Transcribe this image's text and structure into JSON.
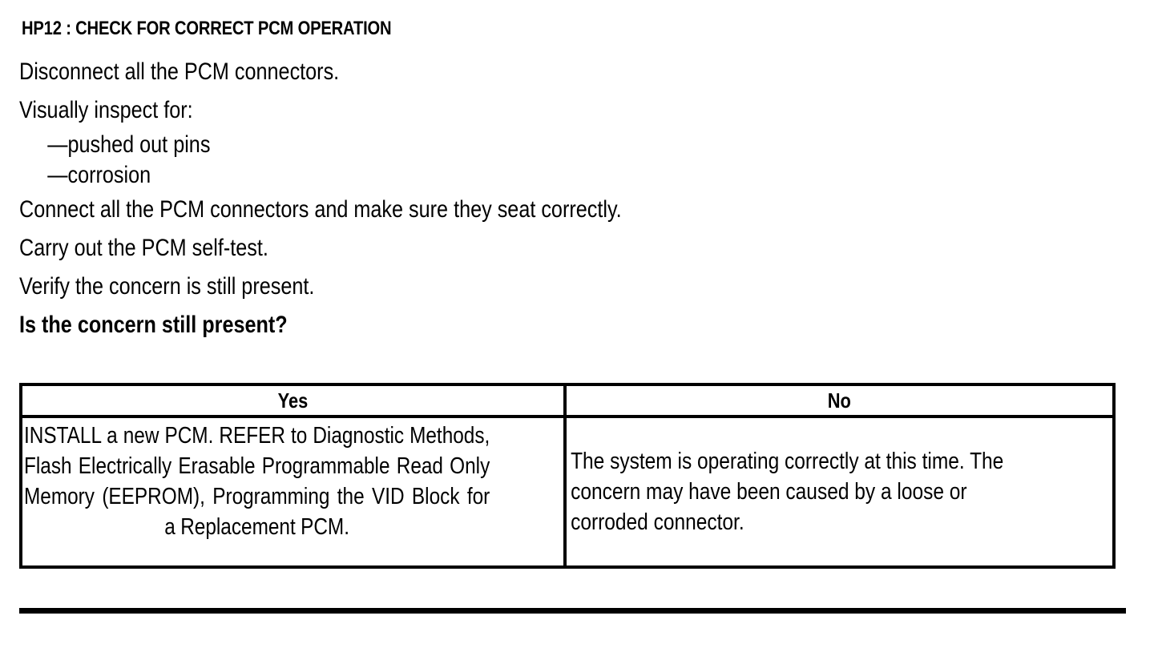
{
  "document": {
    "heading": "HP12 : CHECK FOR CORRECT PCM OPERATION",
    "instructions": [
      "Disconnect all the PCM connectors.",
      "Visually inspect for:"
    ],
    "sub_items": [
      "—pushed out pins",
      "—corrosion"
    ],
    "instructions_after": [
      "Connect all the PCM connectors and make sure they seat correctly.",
      "Carry out the PCM self-test.",
      "Verify the concern is still present."
    ],
    "question": "Is the concern still present?"
  },
  "decision_table": {
    "headers": {
      "yes": "Yes",
      "no": "No"
    },
    "cells": {
      "yes": "INSTALL a new PCM. REFER to Diagnostic Methods, Flash Electrically Erasable Programmable Read Only Memory (EEPROM), Programming the VID Block for a Replacement PCM.",
      "no": "The system is operating correctly at this time. The concern may have been caused by a loose or corroded connector."
    }
  },
  "colors": {
    "text": "#000000",
    "background": "#ffffff",
    "border": "#000000"
  }
}
